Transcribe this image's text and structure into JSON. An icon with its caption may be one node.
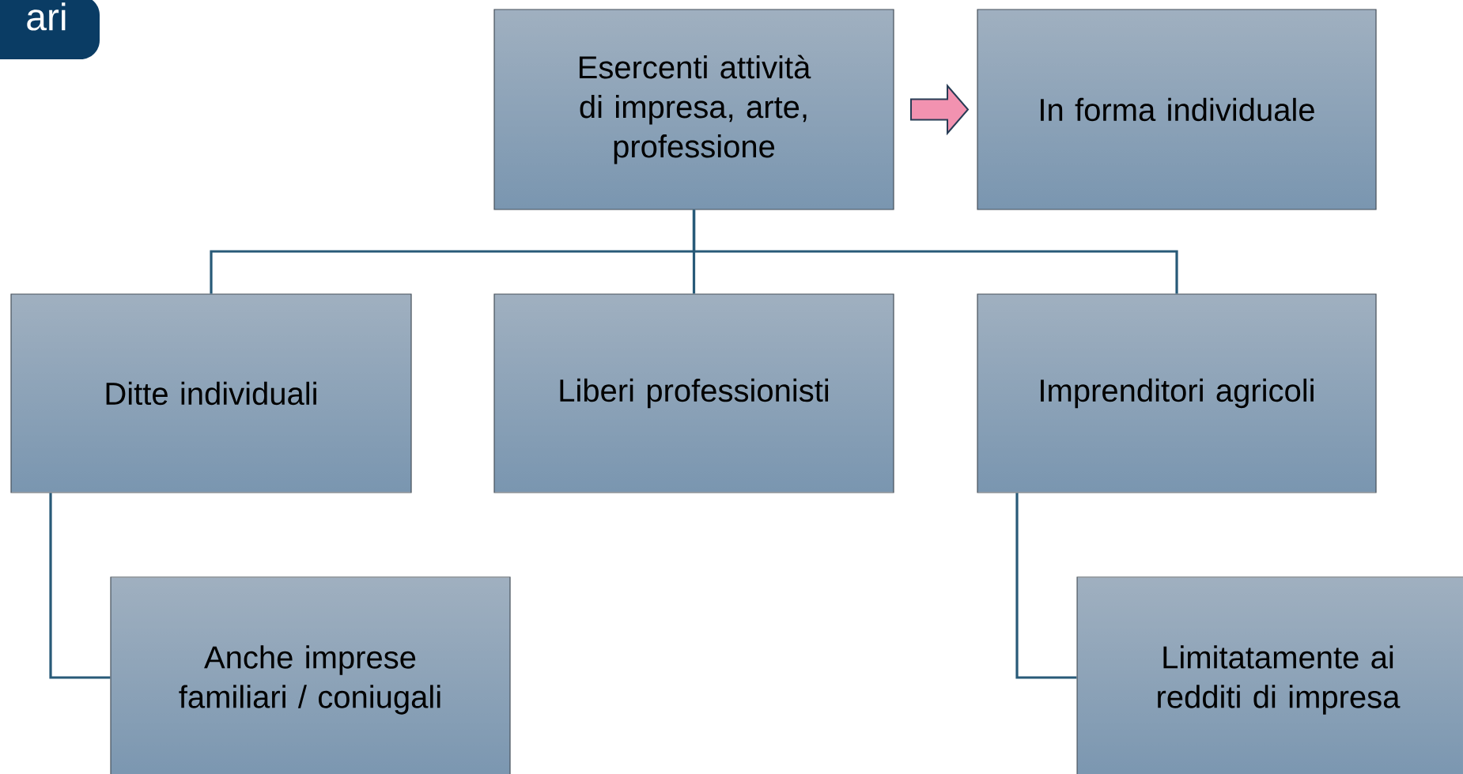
{
  "diagram": {
    "nodes": [
      {
        "text": [
          "ari"
        ]
      },
      {
        "text": [
          "Esercenti attività di impresa, arte, professione"
        ]
      },
      {
        "text": [
          "In forma individuale"
        ]
      },
      {
        "text": [
          "Ditte individuali"
        ]
      },
      {
        "text": [
          "Liberi professionisti"
        ]
      },
      {
        "text": [
          "Imprenditori agricoli"
        ]
      },
      {
        "text": [
          "Anche imprese familiari / coniugali"
        ]
      },
      {
        "text": [
          "Limitatamente ai redditi di impresa"
        ]
      }
    ],
    "edges": [
      {
        "from": 1,
        "to": 2,
        "arrow": "to",
        "style": "thick",
        "color": "#f292b0"
      },
      {
        "from": 1,
        "to": 3,
        "arrow": "none"
      },
      {
        "from": 1,
        "to": 4,
        "arrow": "none"
      },
      {
        "from": 1,
        "to": 5,
        "arrow": "none"
      },
      {
        "from": 3,
        "to": 6,
        "arrow": "none"
      },
      {
        "from": 5,
        "to": 7,
        "arrow": "none"
      }
    ]
  }
}
